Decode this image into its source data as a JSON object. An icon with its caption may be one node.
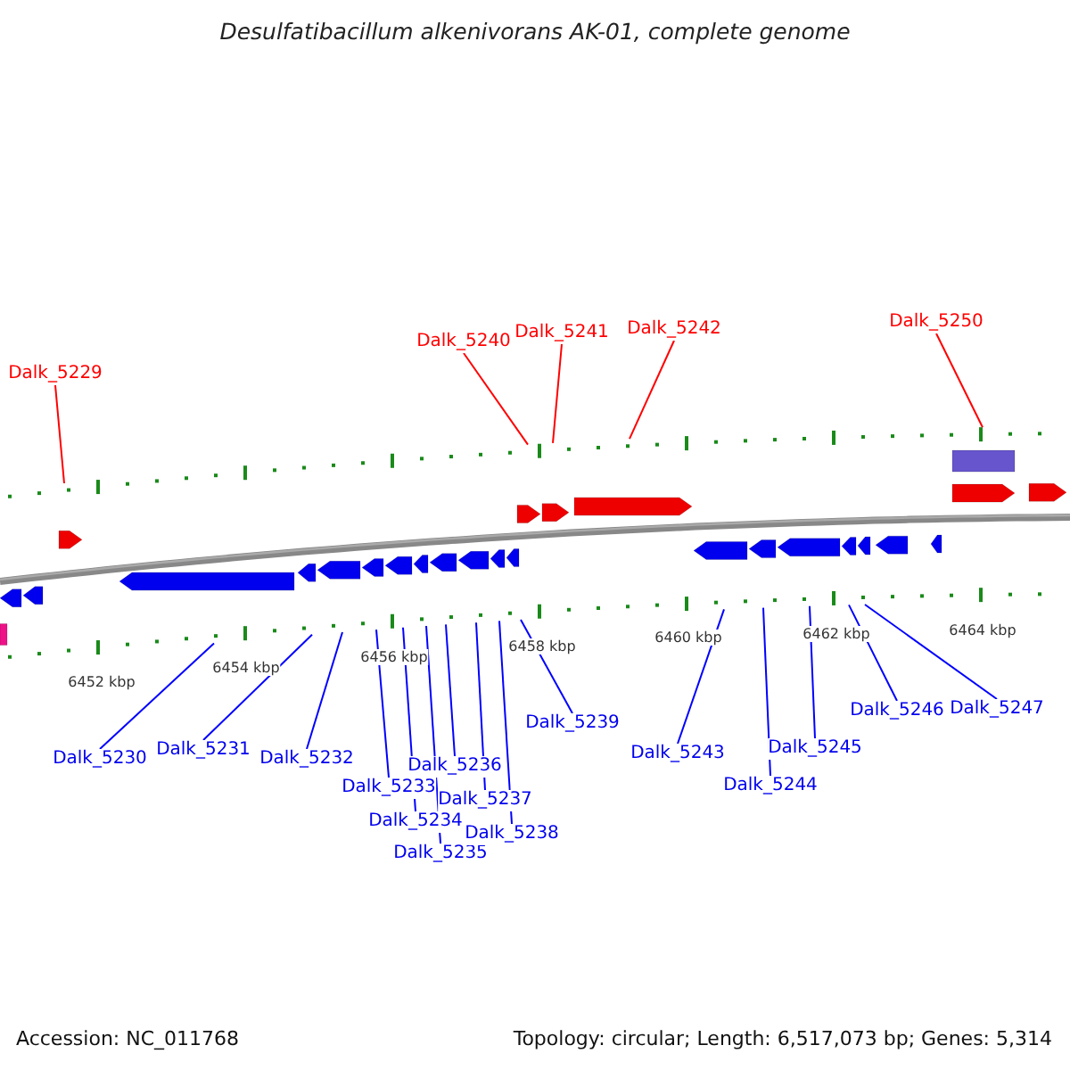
{
  "diagram": {
    "title": "Desulfatibacillum alkenivorans AK-01, complete genome",
    "nodes": [
      {
        "text": [
          "Dalk_5229"
        ]
      },
      {
        "text": [
          "Dalk_5240"
        ]
      },
      {
        "text": [
          "Dalk_5241"
        ]
      },
      {
        "text": [
          "Dalk_5242"
        ]
      },
      {
        "text": [
          "Dalk_5250"
        ]
      },
      {
        "text": [
          "Dalk_5230"
        ]
      },
      {
        "text": [
          "Dalk_5231"
        ]
      },
      {
        "text": [
          "Dalk_5232"
        ]
      },
      {
        "text": [
          "Dalk_5233"
        ]
      },
      {
        "text": [
          "Dalk_5234"
        ]
      },
      {
        "text": [
          "Dalk_5235"
        ]
      },
      {
        "text": [
          "Dalk_5236"
        ]
      },
      {
        "text": [
          "Dalk_5237"
        ]
      },
      {
        "text": [
          "Dalk_5238"
        ]
      },
      {
        "text": [
          "Dalk_5239"
        ]
      },
      {
        "text": [
          "Dalk_5243"
        ]
      },
      {
        "text": [
          "Dalk_5244"
        ]
      },
      {
        "text": [
          "Dalk_5245"
        ]
      },
      {
        "text": [
          "Dalk_5246"
        ]
      },
      {
        "text": [
          "Dalk_5247"
        ]
      },
      {
        "text": [],
        "shape": "track"
      },
      {
        "text": [],
        "shape": "track"
      },
      {
        "text": [],
        "shape": "bar"
      }
    ],
    "edges": [
      {
        "from": 0,
        "to": 20,
        "arrow": "none",
        "color": "#ff0000"
      },
      {
        "from": 1,
        "to": 20,
        "arrow": "none",
        "color": "#ff0000"
      },
      {
        "from": 2,
        "to": 20,
        "arrow": "none",
        "color": "#ff0000"
      },
      {
        "from": 3,
        "to": 20,
        "arrow": "none",
        "color": "#ff0000"
      },
      {
        "from": 4,
        "to": 20,
        "arrow": "none",
        "color": "#ff0000"
      },
      {
        "from": 5,
        "to": 21,
        "arrow": "none"
      },
      {
        "from": 6,
        "to": 21,
        "arrow": "none"
      },
      {
        "from": 7,
        "to": 21,
        "arrow": "none"
      },
      {
        "from": 8,
        "to": 21,
        "arrow": "none"
      },
      {
        "from": 9,
        "to": 21,
        "arrow": "none"
      },
      {
        "from": 10,
        "to": 21,
        "arrow": "none"
      },
      {
        "from": 11,
        "to": 21,
        "arrow": "none"
      },
      {
        "from": 12,
        "to": 21,
        "arrow": "none"
      },
      {
        "from": 13,
        "to": 21,
        "arrow": "none"
      },
      {
        "from": 14,
        "to": 21,
        "arrow": "none"
      },
      {
        "from": 15,
        "to": 21,
        "arrow": "none"
      },
      {
        "from": 16,
        "to": 21,
        "arrow": "none"
      },
      {
        "from": 17,
        "to": 21,
        "arrow": "none"
      },
      {
        "from": 18,
        "to": 21,
        "arrow": "none"
      },
      {
        "from": 19,
        "to": 21,
        "arrow": "none"
      }
    ],
    "labels": [
      "6452 kbp",
      "6454 kbp",
      "6456 kbp",
      "6458 kbp",
      "6460 kbp",
      "6462 kbp",
      "6464 kbp",
      "Accession: NC_011768",
      "Topology: circular; Length: 6,517,073 bp; Genes: 5,314"
    ]
  }
}
